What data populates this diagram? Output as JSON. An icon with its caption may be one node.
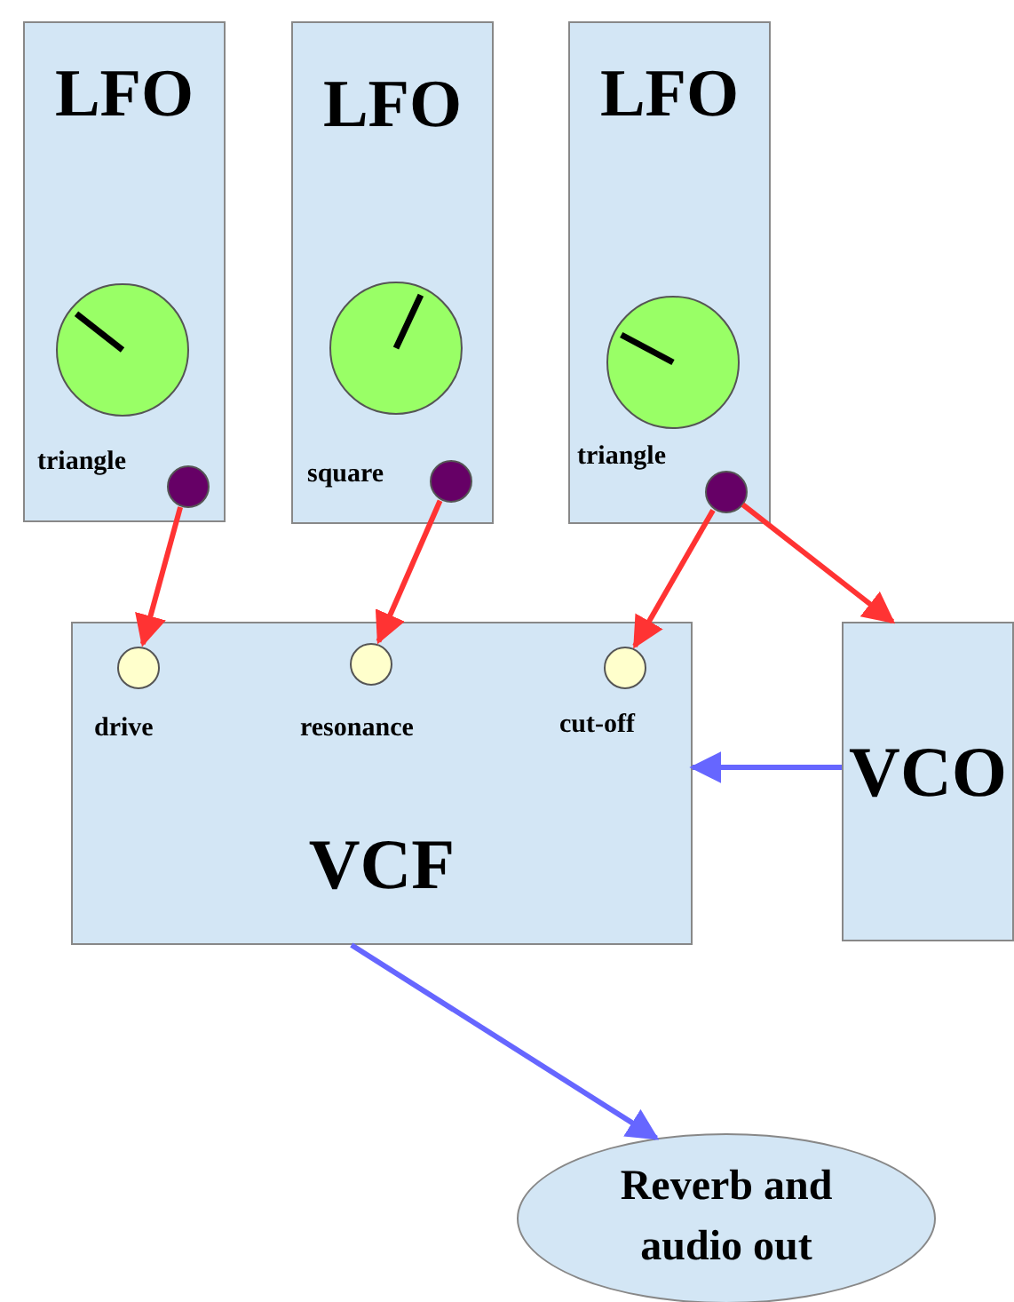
{
  "diagram": {
    "nodes": [
      {
        "text": [
          "LFO"
        ]
      },
      {
        "text": [],
        "shape": "circle",
        "in": 0,
        "beside": [
          "triangle"
        ]
      },
      {
        "text": [
          "LFO"
        ]
      },
      {
        "text": [],
        "shape": "circle",
        "in": 2,
        "beside": [
          "square"
        ]
      },
      {
        "text": [
          "LFO"
        ]
      },
      {
        "text": [],
        "shape": "circle",
        "in": 4,
        "beside": [
          "triangle"
        ]
      },
      {
        "text": [
          "VCF"
        ]
      },
      {
        "text": [],
        "shape": "circle",
        "in": 6,
        "beside": [
          "drive"
        ]
      },
      {
        "text": [],
        "shape": "circle",
        "in": 6,
        "beside": [
          "resonance"
        ]
      },
      {
        "text": [],
        "shape": "circle",
        "in": 6,
        "beside": [
          "cut-off"
        ]
      },
      {
        "text": [
          "VCO"
        ]
      },
      {
        "text": [
          "Reverb and audio out"
        ]
      }
    ],
    "edges": [
      {
        "from": 1,
        "to": 7,
        "arrow": "to"
      },
      {
        "from": 3,
        "to": 8,
        "arrow": "to"
      },
      {
        "from": 5,
        "to": 9,
        "arrow": "to"
      },
      {
        "from": 5,
        "to": 10,
        "arrow": "to"
      },
      {
        "from": 10,
        "to": 6,
        "arrow": "to",
        "color": "#6666ff"
      },
      {
        "from": 6,
        "to": 11,
        "arrow": "to",
        "color": "#6666ff"
      }
    ]
  }
}
